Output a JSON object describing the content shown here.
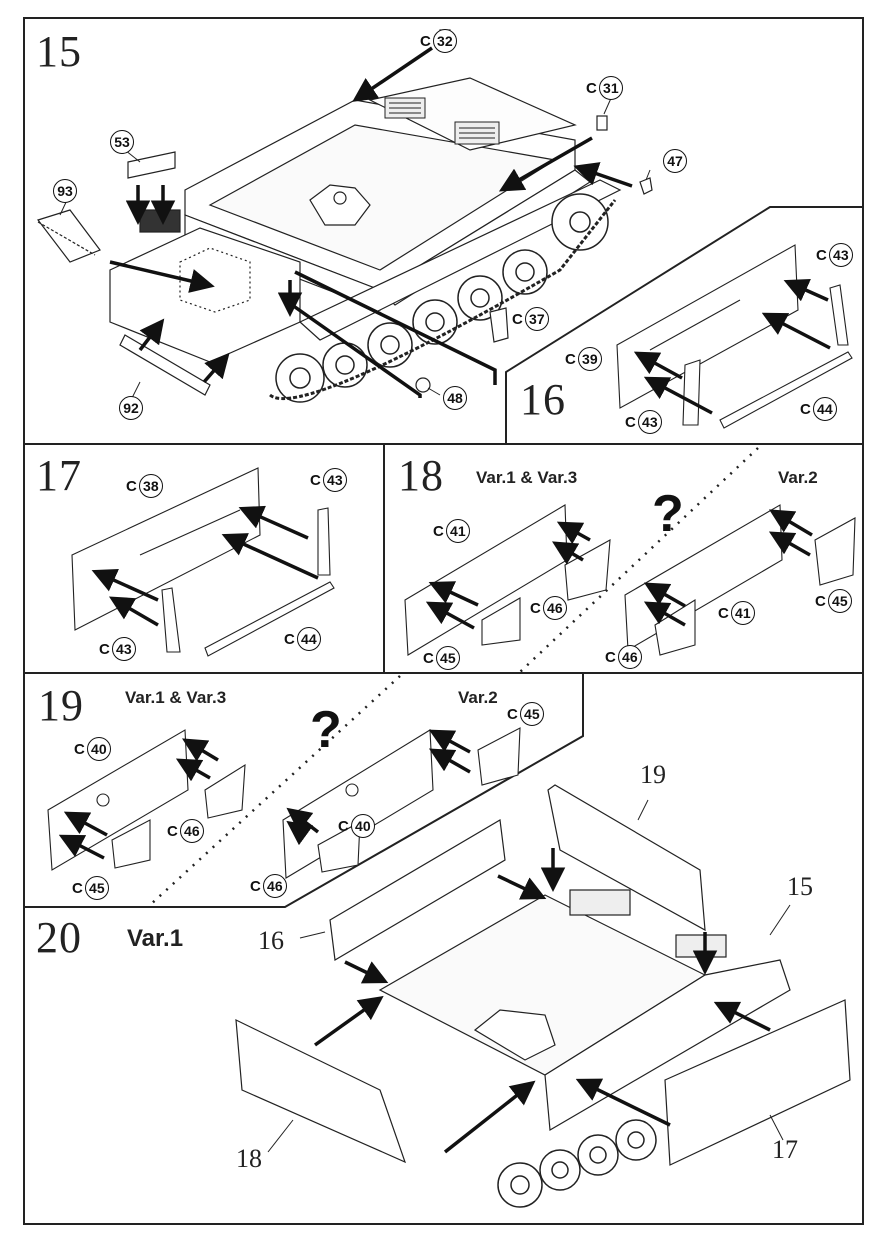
{
  "page": {
    "type": "model kit assembly instructions",
    "steps": [
      {
        "number": "15",
        "callouts": [
          {
            "prefix": "C",
            "part": "32"
          },
          {
            "prefix": "C",
            "part": "31"
          },
          {
            "prefix": "",
            "part": "47"
          },
          {
            "prefix": "",
            "part": "53"
          },
          {
            "prefix": "",
            "part": "93"
          },
          {
            "prefix": "C",
            "part": "37"
          },
          {
            "prefix": "",
            "part": "92"
          },
          {
            "prefix": "",
            "part": "48"
          }
        ]
      },
      {
        "number": "16",
        "callouts": [
          {
            "prefix": "C",
            "part": "43"
          },
          {
            "prefix": "C",
            "part": "39"
          },
          {
            "prefix": "C",
            "part": "44"
          },
          {
            "prefix": "C",
            "part": "43"
          }
        ]
      },
      {
        "number": "17",
        "callouts": [
          {
            "prefix": "C",
            "part": "38"
          },
          {
            "prefix": "C",
            "part": "43"
          },
          {
            "prefix": "C",
            "part": "43"
          },
          {
            "prefix": "C",
            "part": "44"
          }
        ]
      },
      {
        "number": "18",
        "variant_a": "Var.1 & Var.3",
        "variant_b": "Var.2",
        "question_mark": "?",
        "callouts_a": [
          {
            "prefix": "C",
            "part": "41"
          },
          {
            "prefix": "C",
            "part": "46"
          },
          {
            "prefix": "C",
            "part": "45"
          }
        ],
        "callouts_b": [
          {
            "prefix": "C",
            "part": "41"
          },
          {
            "prefix": "C",
            "part": "45"
          },
          {
            "prefix": "C",
            "part": "46"
          }
        ]
      },
      {
        "number": "19",
        "variant_a": "Var.1 & Var.3",
        "variant_b": "Var.2",
        "question_mark": "?",
        "callouts_a": [
          {
            "prefix": "C",
            "part": "40"
          },
          {
            "prefix": "C",
            "part": "46"
          },
          {
            "prefix": "C",
            "part": "45"
          }
        ],
        "callouts_b": [
          {
            "prefix": "C",
            "part": "45"
          },
          {
            "prefix": "C",
            "part": "40"
          },
          {
            "prefix": "C",
            "part": "46"
          }
        ]
      },
      {
        "number": "20",
        "variant": "Var.1",
        "subassembly_labels": [
          "19",
          "16",
          "15",
          "18",
          "17"
        ]
      }
    ]
  }
}
